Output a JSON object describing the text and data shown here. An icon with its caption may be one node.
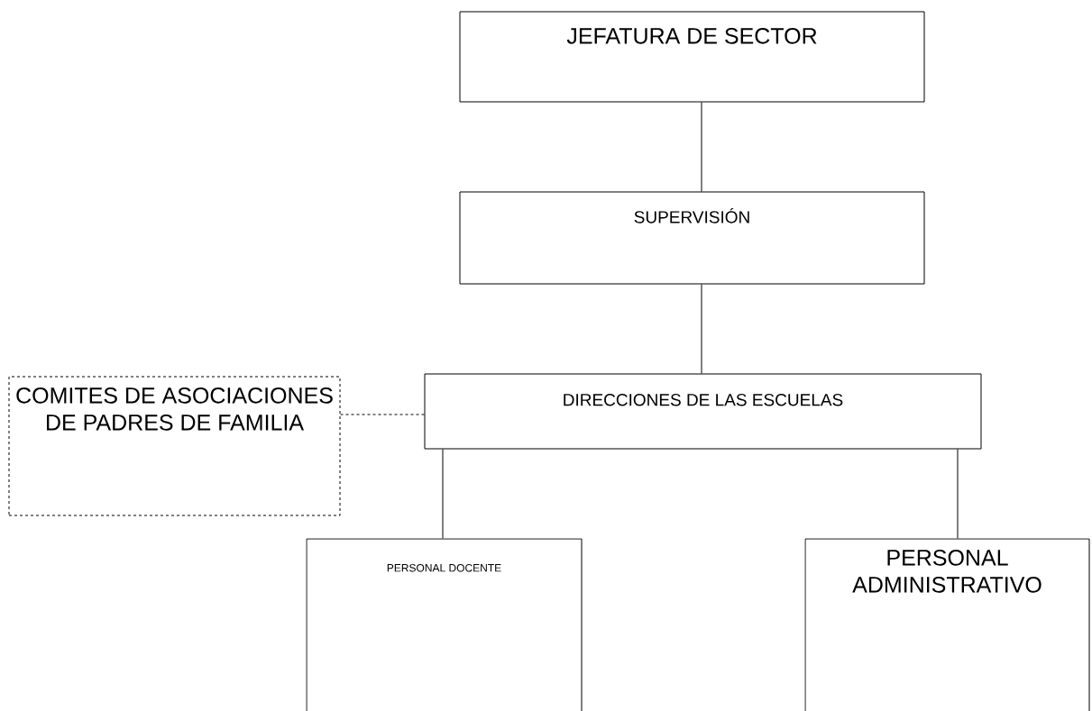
{
  "diagram": {
    "nodes": [
      {
        "text": [
          "JEFATURA DE SECTOR"
        ]
      },
      {
        "text": [
          "SUPERVISIÓN"
        ]
      },
      {
        "text": [
          "DIRECCIONES DE LAS ESCUELAS"
        ]
      },
      {
        "text": [
          "COMITES DE ASOCIACIONES DE PADRES DE FAMILIA"
        ]
      },
      {
        "text": [
          "PERSONAL DOCENTE"
        ]
      },
      {
        "text": [
          "PERSONAL ADMINISTRATIVO"
        ]
      }
    ],
    "edges": [
      {
        "from": 0,
        "to": 1,
        "arrow": "none"
      },
      {
        "from": 1,
        "to": 2,
        "arrow": "none"
      },
      {
        "from": 3,
        "to": 2,
        "arrow": "none",
        "style": "dashed"
      },
      {
        "from": 2,
        "to": 4,
        "arrow": "none"
      },
      {
        "from": 2,
        "to": 5,
        "arrow": "none"
      }
    ]
  }
}
